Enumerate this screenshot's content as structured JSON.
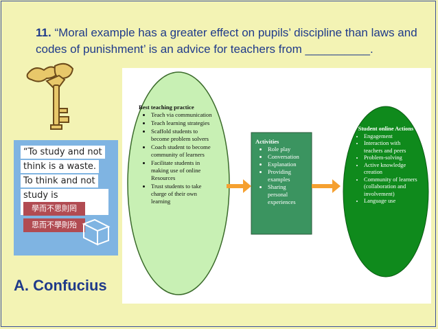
{
  "question": {
    "number": "11.",
    "text": "“Moral example has a greater effect on pupils’ discipline than laws and codes of punishment’ is an advice for teachers from __________."
  },
  "image_quote": {
    "lines": [
      "“To study and not",
      "think is a waste.",
      "To think and not",
      "study is dangerous.”"
    ],
    "chinese": [
      "學而不思則罔",
      "思而不學則殆"
    ]
  },
  "answer": "A. Confucius",
  "diagram": {
    "left": {
      "title": "Best teaching practice",
      "items": [
        "Teach via communication",
        "Teach learning strategies",
        "Scaffold students to become problem solvers",
        "Coach student to become community of learners",
        "Facilitate students in making use of online Resources",
        "Trust students to take charge of their own learning"
      ]
    },
    "middle": {
      "title": "Activities",
      "items": [
        "Role play",
        "Conversation",
        "Explanation",
        "Providing examples",
        "Sharing personal experiences"
      ]
    },
    "right": {
      "title": "Student online Actions",
      "items": [
        "Engagement",
        "Interaction with teachers and peers",
        "Problem-solving",
        "Active knowledge creation",
        "Community of learners (collaboration and involvement)",
        "Language use"
      ]
    },
    "colors": {
      "left_fill": "#c8f0b4",
      "middle_fill": "#3b9460",
      "right_fill": "#0f8a1c",
      "arrow": "#f5a030"
    }
  },
  "colors": {
    "background": "#f3f3b4",
    "text_blue": "#1f3a8a"
  }
}
